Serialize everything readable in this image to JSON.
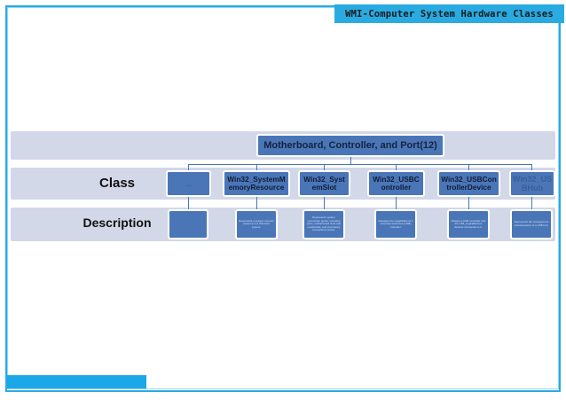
{
  "slide": {
    "title_banner": "WMI-Computer System Hardware Classes",
    "accent_color": "#29abe2",
    "node_color": "#4a76b8",
    "band_color": "#d2d8e8"
  },
  "diagram": {
    "root": {
      "label": "Motherboard, Controller, and Port(12)"
    },
    "rows": {
      "class_label": "Class",
      "description_label": "Description"
    },
    "nodes": [
      {
        "class": "...",
        "description": "-"
      },
      {
        "class": "Win32_SystemMemoryResource",
        "description": "Represents a system memory resource in a Windows system."
      },
      {
        "class": "Win32_SystemSlot",
        "description": "Represents system connection points, including ports, motherboard slots and peripherals, and proprietary connections points."
      },
      {
        "class": "Win32_USBController",
        "description": "Manages the capabilities of a universal serial bus (USB) controller."
      },
      {
        "class": "Win32_USBControllerDevice",
        "description": "Relates a USB controller and the CIM_LogicalDevice devices connected to it."
      },
      {
        "class": "Win32_USBHub",
        "description": "Represents the management characteristics of a USB hub."
      }
    ]
  }
}
